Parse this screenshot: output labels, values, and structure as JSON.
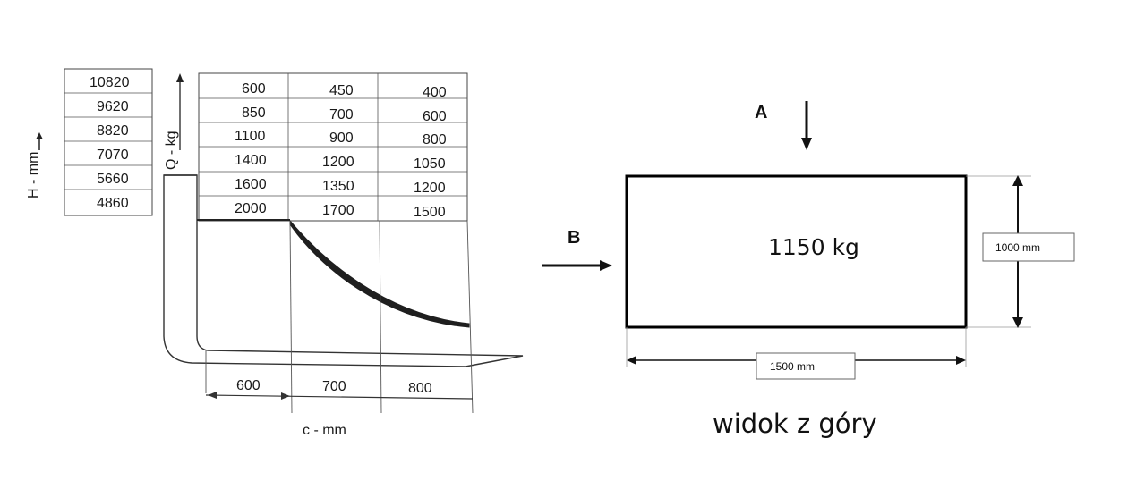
{
  "load_chart": {
    "y_axis_label": "H - mm",
    "capacity_axis_label": "Q - kg",
    "x_axis_label": "c - mm",
    "heights": [
      "10820",
      "9620",
      "8820",
      "7070",
      "5660",
      "4860"
    ],
    "capacity_rows": [
      [
        "600",
        "450",
        "400"
      ],
      [
        "850",
        "700",
        "600"
      ],
      [
        "1100",
        "900",
        "800"
      ],
      [
        "1400",
        "1200",
        "1050"
      ],
      [
        "1600",
        "1350",
        "1200"
      ],
      [
        "2000",
        "1700",
        "1500"
      ]
    ],
    "load_centers": [
      "600",
      "700",
      "800"
    ]
  },
  "top_view": {
    "arrow_a_label": "A",
    "arrow_b_label": "B",
    "load_weight": "1150 kg",
    "width_label": "1000 mm",
    "length_label": "1500 mm",
    "caption": "widok z góry"
  }
}
